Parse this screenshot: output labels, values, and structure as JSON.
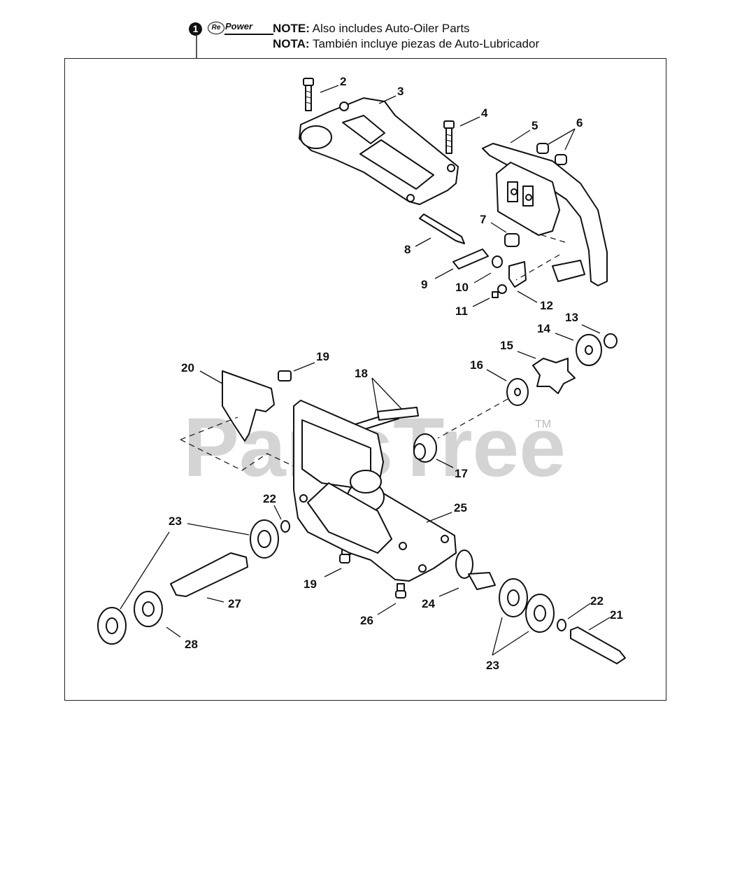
{
  "header": {
    "bullet": "1",
    "repower_re": "Re",
    "repower_text": "Power",
    "note_en_label": "NOTE:",
    "note_en_text": " Also includes Auto-Oiler Parts",
    "note_es_label": "NOTA:",
    "note_es_text": " También incluye piezas de Auto-Lubricador"
  },
  "watermark": {
    "text": "PartsTree",
    "tm": "TM"
  },
  "callouts": [
    "2",
    "3",
    "4",
    "5",
    "6",
    "7",
    "8",
    "9",
    "10",
    "11",
    "12",
    "13",
    "14",
    "15",
    "16",
    "17",
    "18",
    "19",
    "19",
    "20",
    "21",
    "22",
    "22",
    "23",
    "23",
    "24",
    "25",
    "26",
    "27",
    "28"
  ]
}
